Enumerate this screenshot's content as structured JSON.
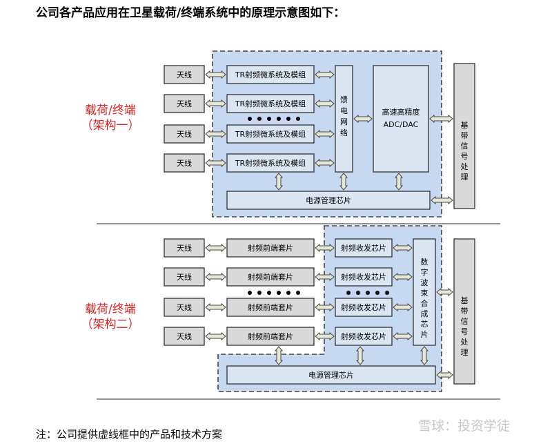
{
  "heading": "公司各产品应用在卫星载荷/终端系统中的原理示意图如下：",
  "note": "注：公司提供虚线框中的产品和技术方案",
  "watermark": "雪球：投资学徒",
  "top": {
    "label_line1": "载荷/终端",
    "label_line2": "（架构一）",
    "antenna": "天线",
    "tr_module": "TR射频微系统及模组",
    "feed": "馈电网络",
    "adc": "高速高精度",
    "adc2": "ADC/DAC",
    "baseband": "基带信号处理",
    "power": "电源管理芯片"
  },
  "bottom": {
    "label_line1": "载荷/终端",
    "label_line2": "（架构二）",
    "antenna": "天线",
    "frontend": "射频前端套片",
    "transceiver": "射频收发芯片",
    "beamformer": "数字波束合成芯片",
    "baseband": "基带信号处理",
    "power": "电源管理芯片"
  }
}
